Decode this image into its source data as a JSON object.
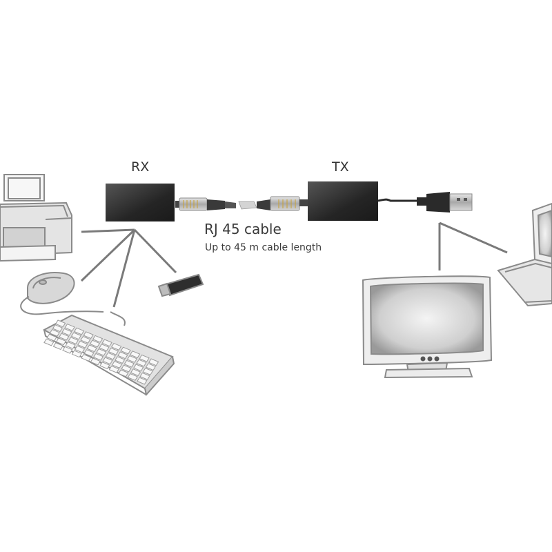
{
  "labels": {
    "rx": "RX",
    "tx": "TX",
    "cable": "RJ 45 cable",
    "length": "Up to 45 m cable length"
  },
  "devices": [
    {
      "name": "printer",
      "icon": "printer-icon"
    },
    {
      "name": "mouse",
      "icon": "mouse-icon"
    },
    {
      "name": "keyboard",
      "icon": "keyboard-icon"
    },
    {
      "name": "usb-stick",
      "icon": "usb-stick-icon"
    },
    {
      "name": "monitor",
      "icon": "monitor-icon"
    },
    {
      "name": "laptop",
      "icon": "laptop-icon"
    }
  ],
  "colors": {
    "box": "#2b2b2b",
    "line": "#7a7a7a",
    "sketch": "#8a8a8a",
    "fill": "#e6e6e6"
  }
}
